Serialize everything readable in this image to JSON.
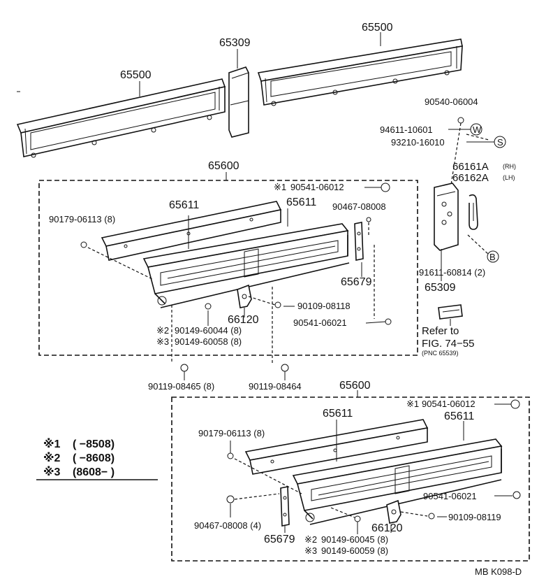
{
  "labels": {
    "panel_left": "65500",
    "panel_right": "65500",
    "cover_top": "65309",
    "bolt_a": "90540-06004",
    "washer_w": "94611-10601",
    "washer_s": "93210-16010",
    "hook_rh": "66161A",
    "hook_rh_suffix": "(RH)",
    "hook_lh": "66162A",
    "hook_lh_suffix": "(LH)",
    "screw_b": "91611-60814 (2)",
    "cover_side": "65309",
    "refer_1": "Refer to",
    "refer_2": "FIG. 74−55",
    "refer_3": "(PNC 65539)",
    "mark_w": "W",
    "mark_s": "S",
    "mark_b": "B",
    "upper": {
      "assy": "65600",
      "rail_a": "65611",
      "rail_b": "65611",
      "clip_1": "90541-06012",
      "clip_1_mark": "※1",
      "bolt_8": "90467-08008",
      "screw_l": "90179-06113 (8)",
      "bracket": "65679",
      "bolt_m": "90109-08118",
      "clip_2": "90541-06021",
      "lock": "66120",
      "screw_2": "90149-60044 (8)",
      "screw_2_mark": "※2",
      "screw_3": "90149-60058 (8)",
      "screw_3_mark": "※3"
    },
    "bolt_c": "90119-08465 (8)",
    "bolt_d": "90119-08464",
    "lower": {
      "assy": "65600",
      "rail_a": "65611",
      "rail_b": "65611",
      "clip_1": "90541-06012",
      "clip_1_mark": "※1",
      "screw_l": "90179-06113 (8)",
      "clip_2": "90541-06021",
      "bolt_8": "90467-08008 (4)",
      "bolt_m": "90109-08119",
      "lock": "66120",
      "bracket": "65679",
      "screw_2": "90149-60045 (8)",
      "screw_2_mark": "※2",
      "screw_3": "90149-60059 (8)",
      "screw_3_mark": "※3"
    }
  },
  "legend": [
    {
      "mark": "※1",
      "range": "(      −8508)"
    },
    {
      "mark": "※2",
      "range": "(      −8608)"
    },
    {
      "mark": "※3",
      "range": "(8608−      )"
    }
  ],
  "footer_code": "MB K098-D"
}
